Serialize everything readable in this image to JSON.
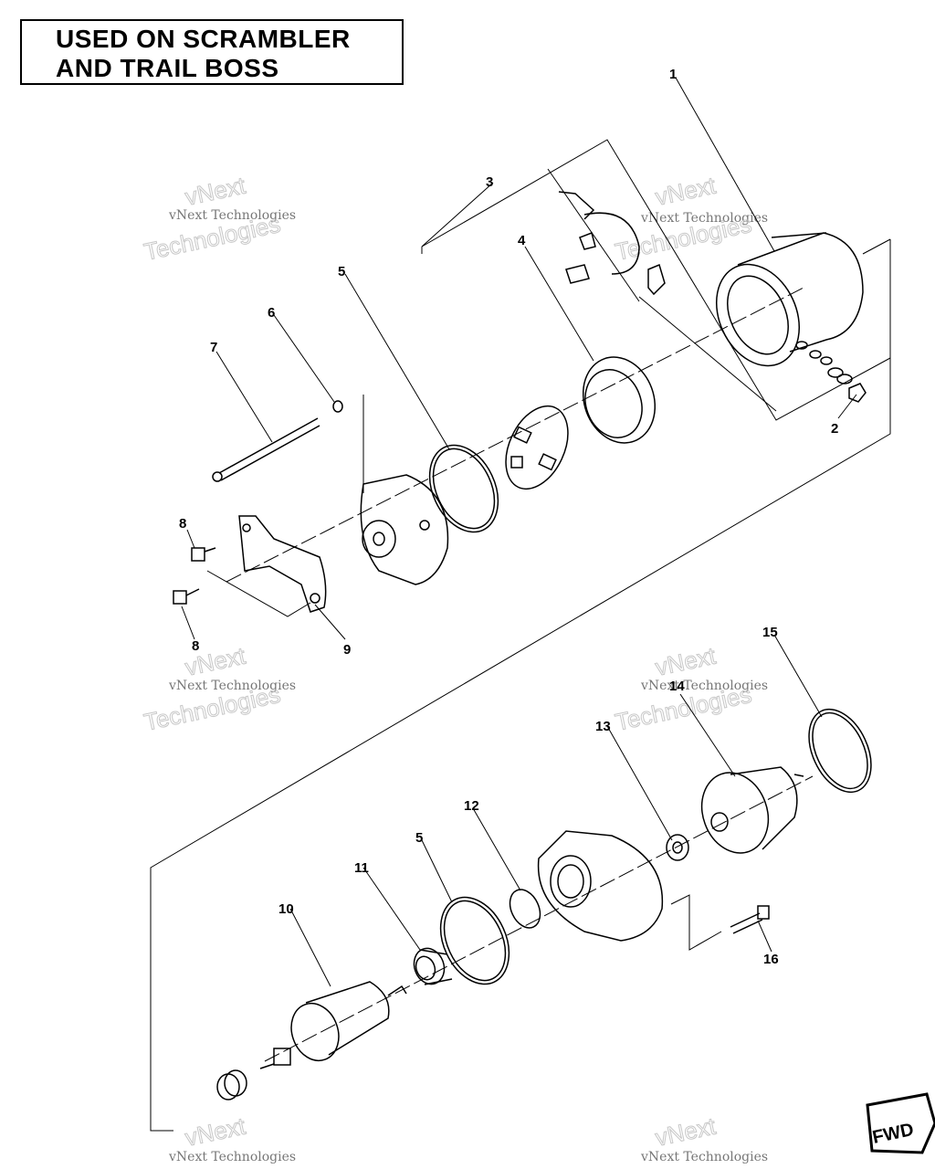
{
  "title": {
    "line1": "USED ON SCRAMBLER",
    "line2": "AND TRAIL BOSS"
  },
  "callouts": {
    "c1": "1",
    "c2": "2",
    "c3": "3",
    "c4": "4",
    "c5a": "5",
    "c6": "6",
    "c7": "7",
    "c8a": "8",
    "c8b": "8",
    "c9": "9",
    "c10": "10",
    "c11": "11",
    "c12": "12",
    "c5b": "5",
    "c13": "13",
    "c14": "14",
    "c15": "15",
    "c16": "16"
  },
  "watermark": {
    "line1": "vNext Technologies",
    "word1": "vNext",
    "word2": "Technologies"
  },
  "fwd_label": "FWD"
}
